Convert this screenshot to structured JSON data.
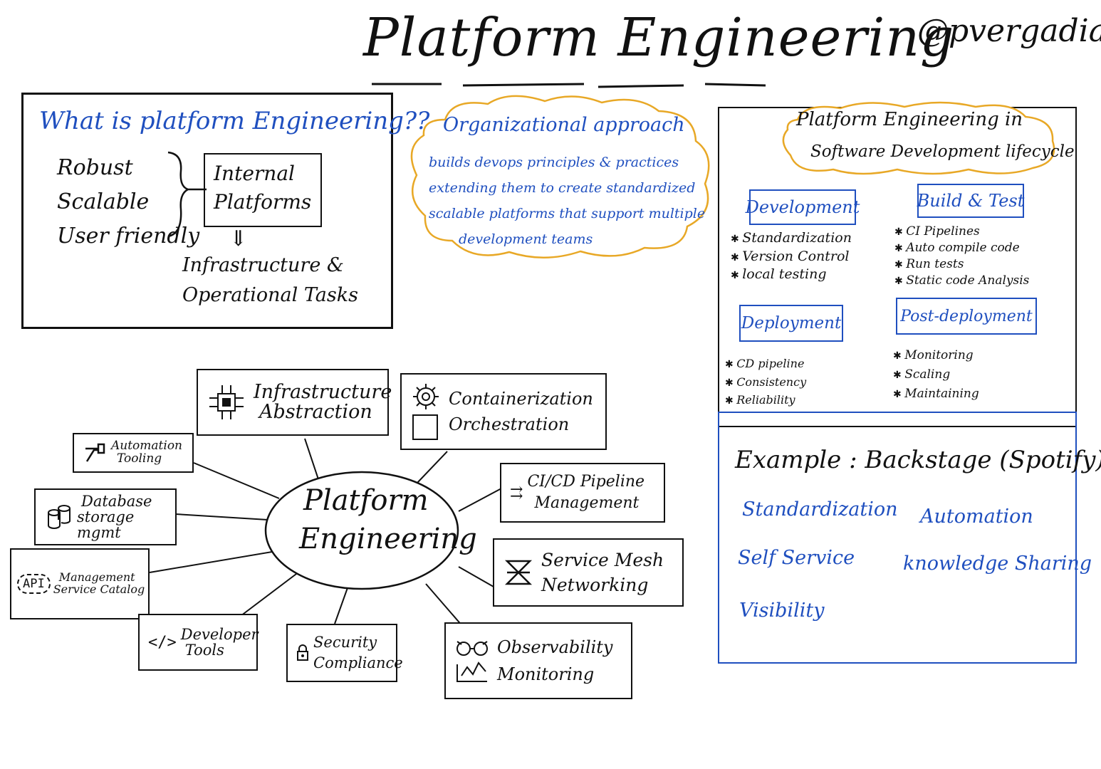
{
  "title": "Platform Engineering",
  "handle": "@pvergadia",
  "what_is": {
    "heading": "What is platform Engineering??",
    "qualities": [
      "Robust",
      "Scalable",
      "User friendly"
    ],
    "core_line1": "Internal",
    "core_line2": "Platforms",
    "arrow": "⇓",
    "result_line1": "Infrastructure &",
    "result_line2": "Operational Tasks"
  },
  "org_cloud": {
    "heading": "Organizational approach",
    "lines": [
      "builds devops principles & practices",
      "extending them to create standardized",
      "scalable platforms that support multiple",
      "development teams"
    ]
  },
  "sdlc": {
    "cloud_line1": "Platform Engineering in",
    "cloud_line2": "Software Development lifecycle",
    "development": {
      "label": "Development",
      "items": [
        "Standardization",
        "Version Control",
        "local testing"
      ]
    },
    "build_test": {
      "label": "Build & Test",
      "items": [
        "CI Pipelines",
        "Auto compile code",
        "Run tests",
        "Static code Analysis"
      ]
    },
    "deployment": {
      "label": "Deployment",
      "items": [
        "CD pipeline",
        "Consistency",
        "Reliability"
      ]
    },
    "post_deployment": {
      "label": "Post-deployment",
      "items": [
        "Monitoring",
        "Scaling",
        "Maintaining"
      ]
    }
  },
  "example": {
    "heading": "Example : Backstage (Spotify)",
    "items": [
      "Standardization",
      "Automation",
      "Self Service",
      "knowledge Sharing",
      "Visibility"
    ]
  },
  "mindmap": {
    "center_line1": "Platform",
    "center_line2": "Engineering",
    "nodes": {
      "infra": {
        "line1": "Infrastructure",
        "line2": "Abstraction",
        "icon": "chip-icon"
      },
      "container": {
        "line1": "Containerization",
        "line2": "Orchestration",
        "icon": "gear-box-icon"
      },
      "automation": {
        "line1": "Automation",
        "line2": "Tooling",
        "icon": "hammer-icon"
      },
      "cicd": {
        "line1": "CI/CD Pipeline",
        "line2": "Management",
        "icon": "arrows-icon",
        "prefix": "⇉"
      },
      "database": {
        "line1": "Database",
        "line2": "storage mgmt",
        "icon": "database-icon"
      },
      "mesh": {
        "line1": "Service Mesh",
        "line2": "Networking",
        "icon": "mesh-icon"
      },
      "api": {
        "line1": "Management",
        "line2": "Service Catalog",
        "icon": "api-cloud-icon",
        "icon_text": "API"
      },
      "devtools": {
        "line1": "Developer",
        "line2": "Tools",
        "icon": "code-icon",
        "prefix": "</>"
      },
      "security": {
        "line1": "Security",
        "line2": "Compliance",
        "icon": "lock-icon"
      },
      "observability": {
        "line1": "Observability",
        "line2": "Monitoring",
        "icon": "glasses-chart-icon"
      }
    }
  },
  "colors": {
    "ink": "#111111",
    "blue": "#1f4fbf",
    "cloud": "#e8a826"
  }
}
